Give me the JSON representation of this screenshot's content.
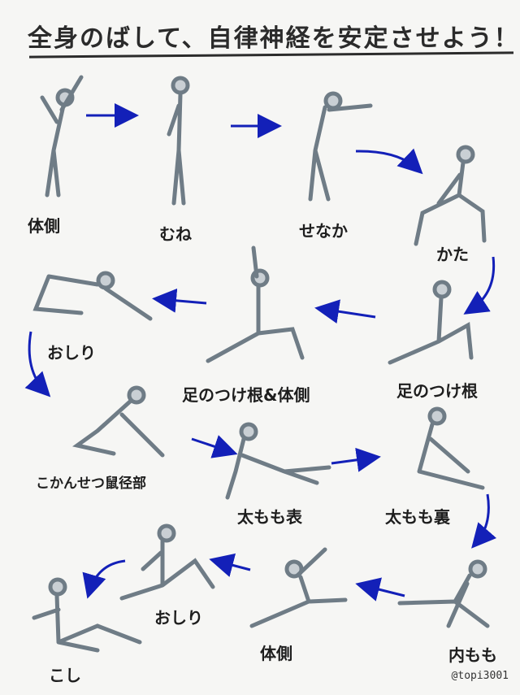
{
  "title": "全身のばして、自律神経を安定させよう！",
  "credit": "@topi3001",
  "colors": {
    "arrow": "#1320b8",
    "ink": "#2b2b2b",
    "figure": "#6f7c86",
    "background": "#f6f6f4"
  },
  "stretches": [
    {
      "id": "s1",
      "label": "体側"
    },
    {
      "id": "s2",
      "label": "むね"
    },
    {
      "id": "s3",
      "label": "せなか"
    },
    {
      "id": "s4",
      "label": "かた"
    },
    {
      "id": "s5",
      "label": "足のつけ根"
    },
    {
      "id": "s6",
      "label": "足のつけ根&体側"
    },
    {
      "id": "s7",
      "label": "おしり"
    },
    {
      "id": "s8",
      "label": "こかんせつ鼠径部"
    },
    {
      "id": "s9",
      "label": "太もも表"
    },
    {
      "id": "s10",
      "label": "太もも裏"
    },
    {
      "id": "s11",
      "label": "内もも"
    },
    {
      "id": "s12",
      "label": "体側"
    },
    {
      "id": "s13",
      "label": "おしり"
    },
    {
      "id": "s14",
      "label": "こし"
    }
  ]
}
